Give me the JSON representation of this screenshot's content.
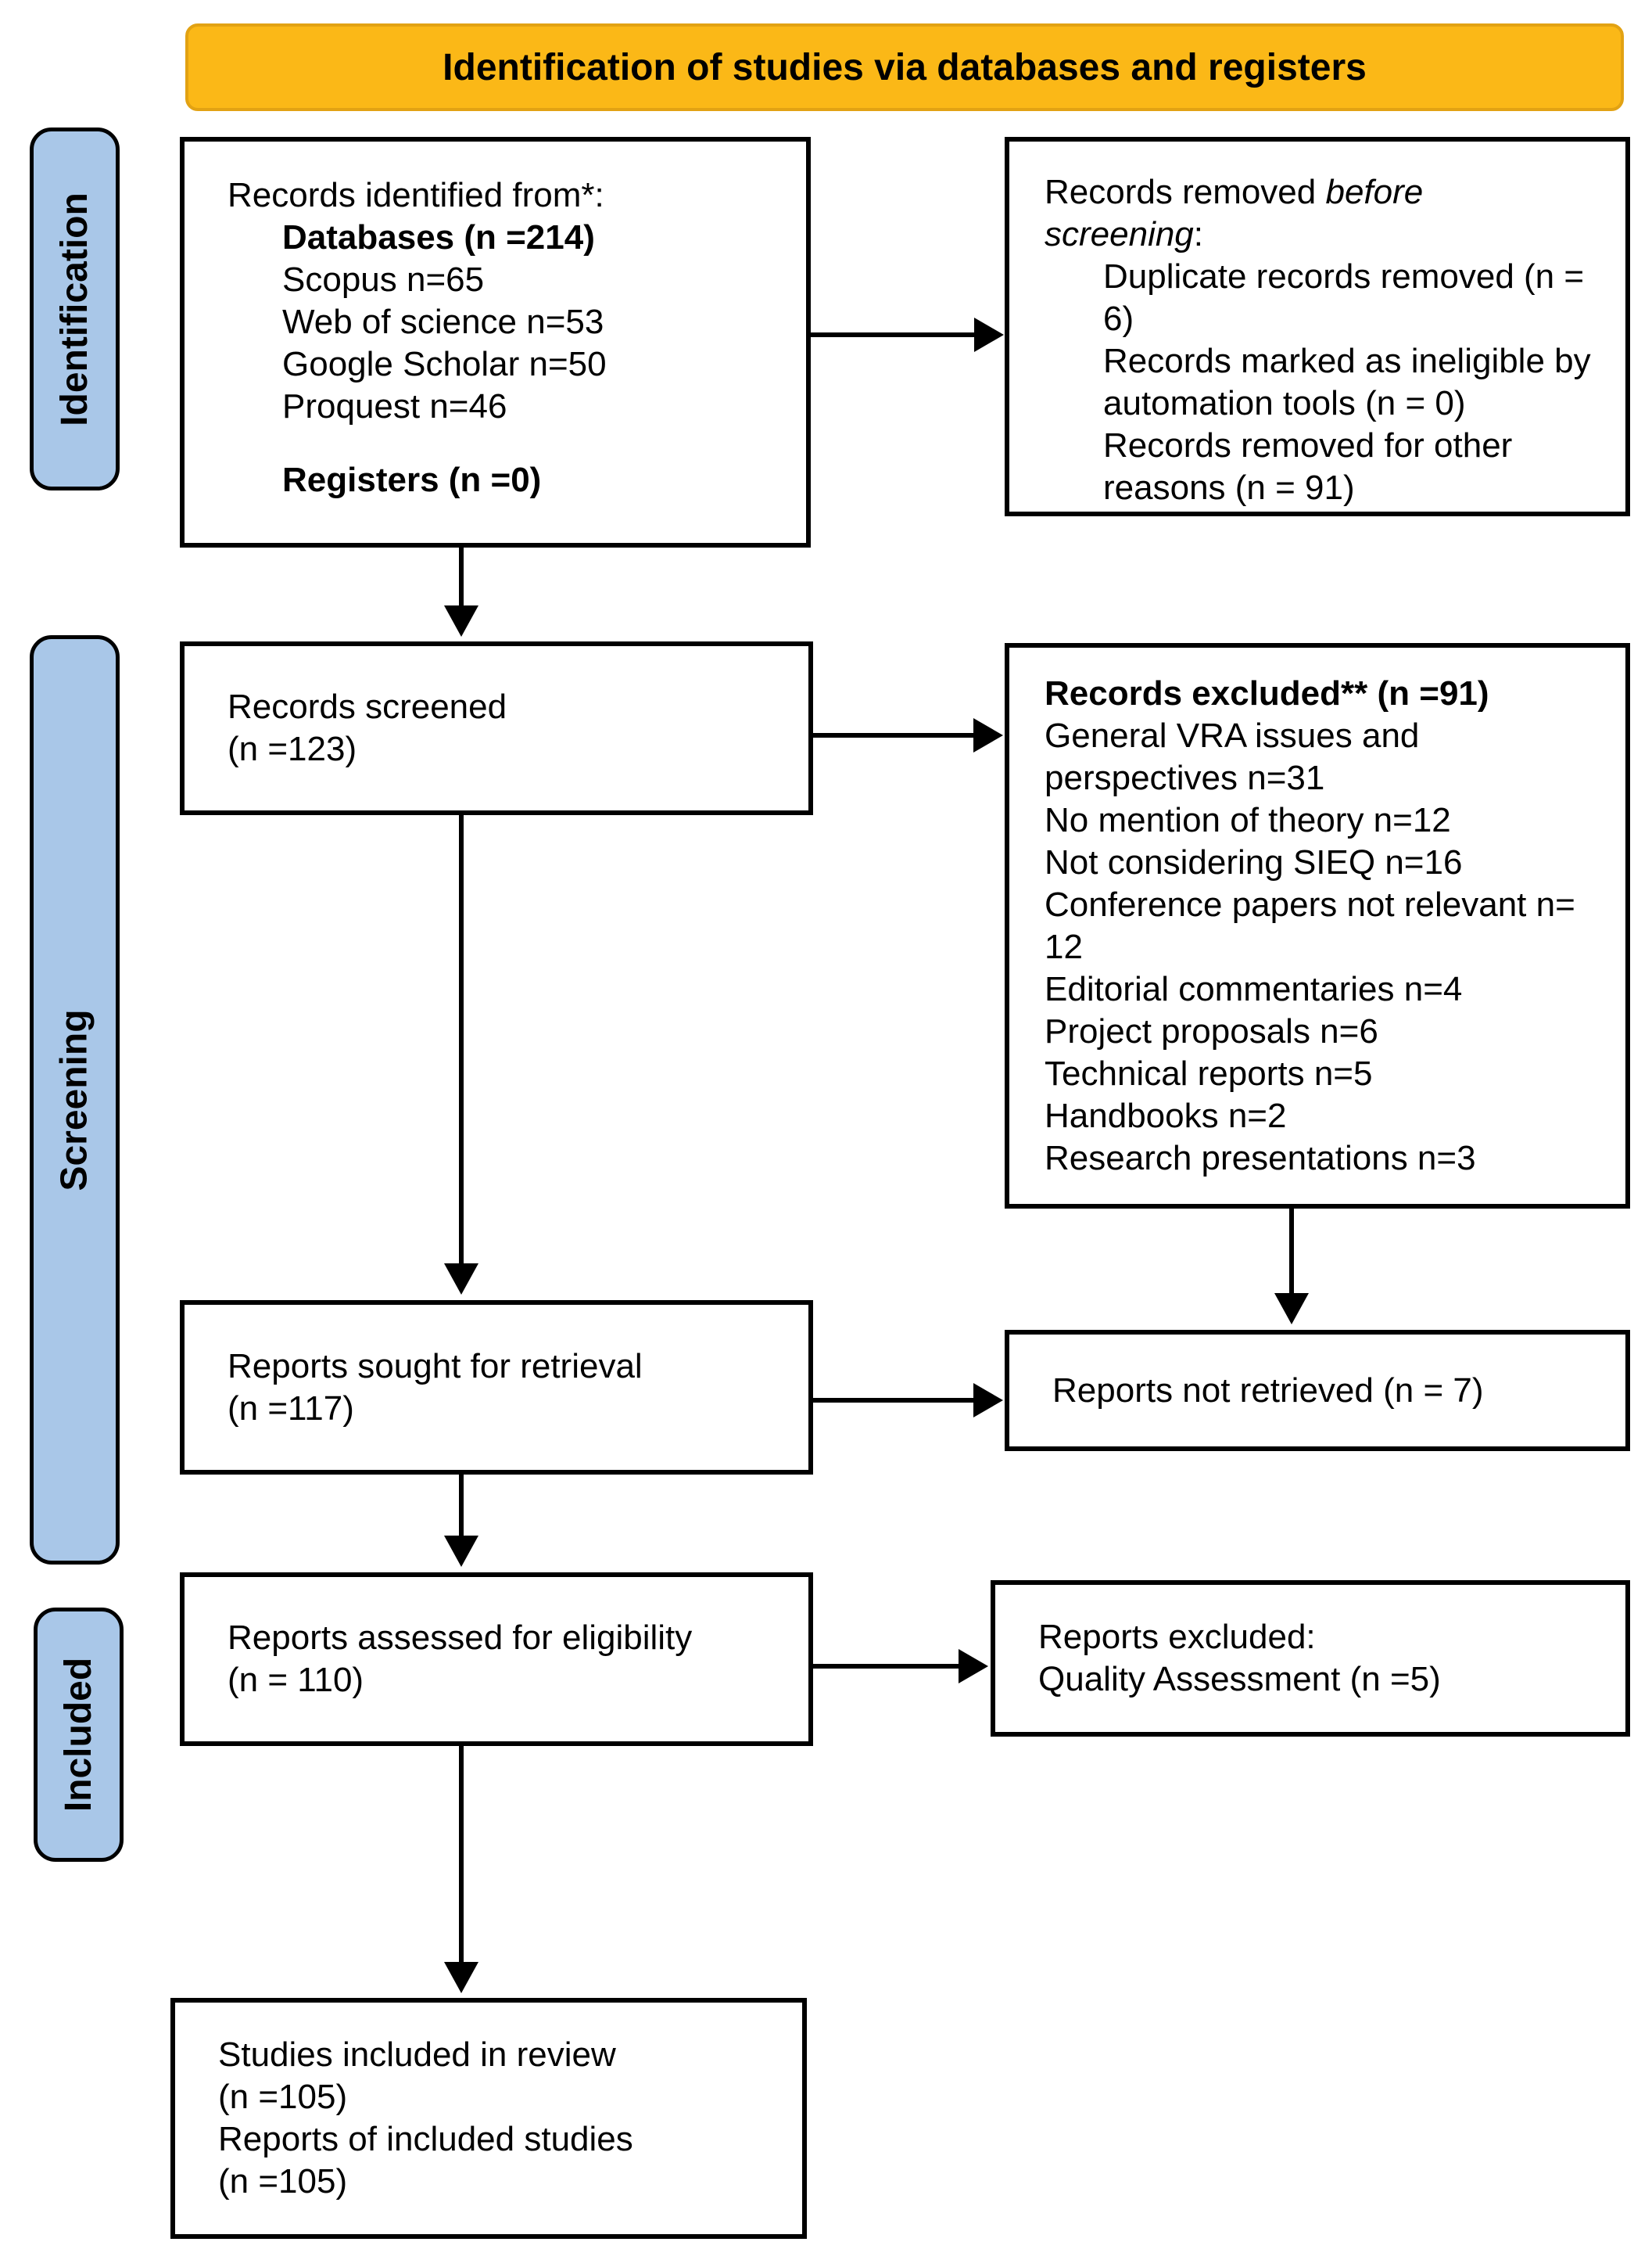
{
  "colors": {
    "banner_fill": "#FBB817",
    "banner_border": "#E2A213",
    "sidebar_fill": "#A9C7E8",
    "line_black": "#000000"
  },
  "banner": {
    "title": "Identification of studies via databases and registers"
  },
  "sidebar": {
    "identification": "Identification",
    "screening": "Screening",
    "included": "Included"
  },
  "boxes": {
    "records_identified": {
      "intro": "Records identified from*:",
      "databases_header": "Databases (n =214)",
      "sources": [
        "Scopus n=65",
        "Web of science n=53",
        "Google Scholar n=50",
        "Proquest n=46"
      ],
      "registers_header": "Registers (n =0)"
    },
    "records_removed": {
      "title_prefix": "Records removed ",
      "title_italic": "before screening",
      "title_suffix": ":",
      "items": [
        "Duplicate records removed (n = 6)",
        "Records marked as ineligible by automation tools (n = 0)",
        "Records removed for other reasons (n = 91)"
      ]
    },
    "records_screened": {
      "title": "Records screened",
      "count": "(n =123)"
    },
    "records_excluded": {
      "title": "Records excluded** (n =91)",
      "items": [
        "General VRA issues and perspectives n=31",
        "No mention of theory n=12",
        "Not considering SIEQ n=16",
        "Conference papers not relevant n= 12",
        "Editorial commentaries n=4",
        "Project proposals n=6",
        "Technical reports n=5",
        "Handbooks n=2",
        "Research presentations n=3"
      ]
    },
    "reports_sought": {
      "title": "Reports sought for retrieval",
      "count": "(n =117)"
    },
    "reports_not_retrieved": {
      "title": "Reports not retrieved (n = 7)"
    },
    "reports_assessed": {
      "title": "Reports assessed for eligibility",
      "count": "(n = 110)"
    },
    "reports_excluded": {
      "line1": "Reports excluded:",
      "line2": "Quality Assessment (n =5)"
    },
    "studies_included": {
      "line1": "Studies included in review",
      "line2": "(n =105)",
      "line3": "Reports of included studies",
      "line4": "(n =105)"
    }
  }
}
